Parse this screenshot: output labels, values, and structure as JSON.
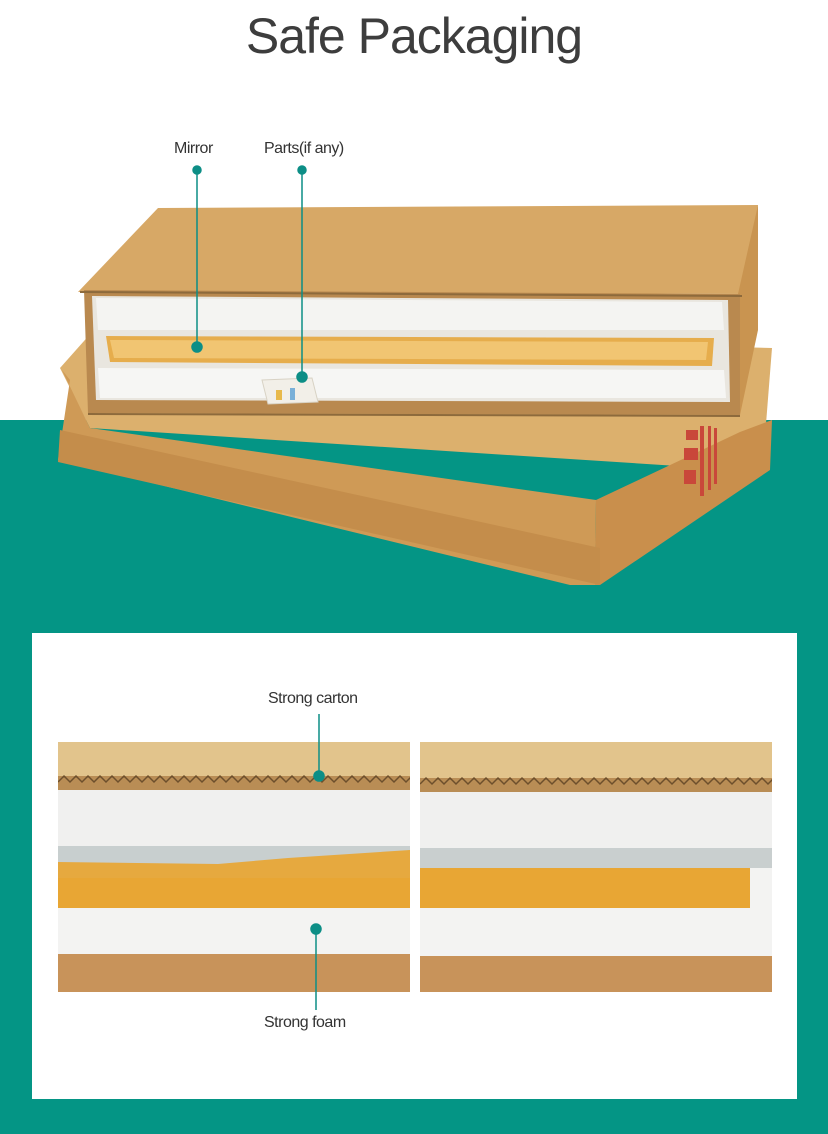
{
  "title": "Safe Packaging",
  "callouts": {
    "mirror": "Mirror",
    "parts": "Parts(if any)",
    "carton": "Strong carton",
    "foam": "Strong foam"
  },
  "colors": {
    "teal": "#049585",
    "cardboard": "#d9aa68",
    "mirror_frame": "#e3aa44",
    "foam": "#f1f1f1",
    "callout": "#0c8e86"
  },
  "images": {
    "hero": "cardboard-box-with-mirror-illustration",
    "detail_left": "cross-section-photo-left",
    "detail_right": "cross-section-photo-right"
  }
}
